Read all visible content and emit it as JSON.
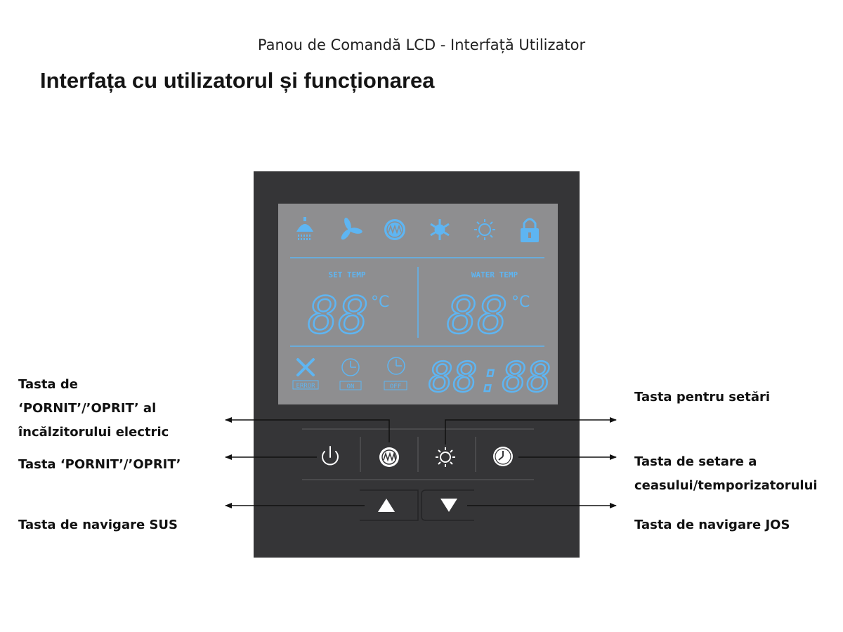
{
  "caption": "Panou de Comandă LCD - Interfață Utilizator",
  "heading": "Interfața cu utilizatorul și funcționarea",
  "lcd": {
    "set_temp_label": "SET TEMP",
    "water_temp_label": "WATER TEMP",
    "set_temp_value": "88",
    "water_temp_value": "88",
    "unit": "°C",
    "clock": "88:88",
    "error_label": "ERROR",
    "on_label": "ON",
    "off_label": "OFF",
    "color": "#5eb5f2"
  },
  "callouts": {
    "heater": [
      "Tasta de",
      "‘PORNIT’/’OPRIT’ al",
      "încălzitorului electric"
    ],
    "power": "Tasta ‘PORNIT’/’OPRIT’",
    "up": "Tasta de navigare SUS",
    "settings": "Tasta pentru setări",
    "clock": [
      "Tasta de setare a",
      "ceasului/temporizatorului"
    ],
    "down": "Tasta de navigare JOS"
  },
  "icons": [
    "shower-icon",
    "fan-icon",
    "heater-icon",
    "snowflake-icon",
    "sun-icon",
    "lock-icon",
    "tools-icon",
    "timer-on-icon",
    "timer-off-icon",
    "power-icon",
    "settings-icon",
    "clock-icon",
    "up-arrow-icon",
    "down-arrow-icon"
  ]
}
